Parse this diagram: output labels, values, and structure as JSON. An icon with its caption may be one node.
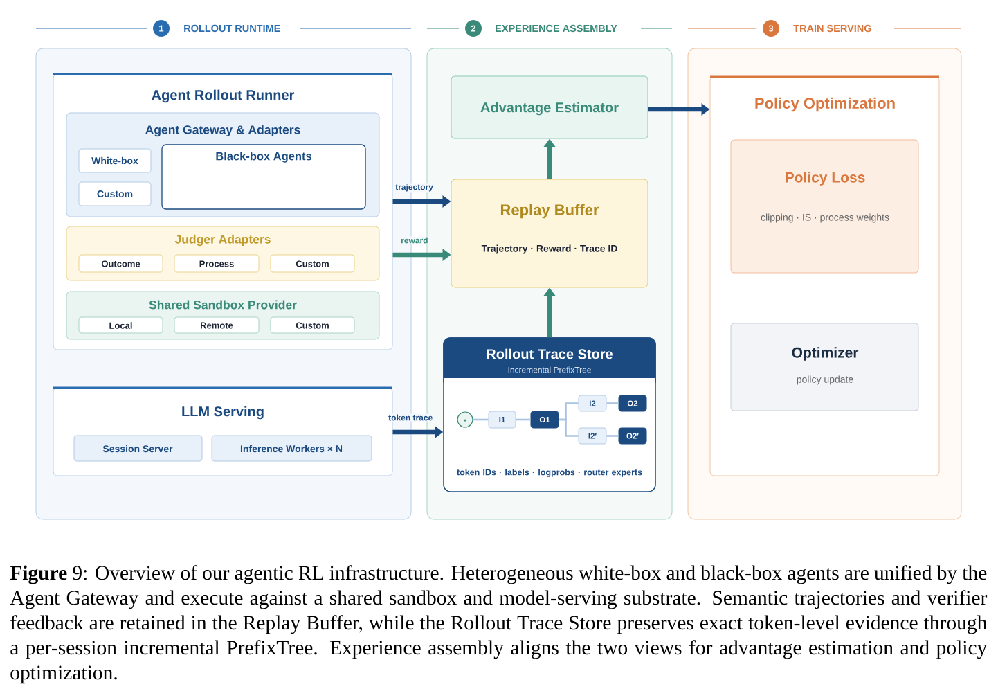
{
  "diagram": {
    "caption": "**Figure** 9: Overview of our agentic RL infrastructure. Heterogeneous white-box and black-box agents are unified by the Agent Gateway and execute against a shared sandbox and model-serving substrate. Semantic trajectories and verifier feedback are retained in the Replay Buffer, while the Rollout Trace Store preserves exact token-level evidence through a per-session incremental PrefixTree. Experience assembly aligns the two views for advantage estimation and policy optimization.",
    "nodes": [
      {
        "text": [
          "1",
          "ROLLOUT RUNTIME"
        ]
      },
      {
        "text": [
          "Agent Rollout Runner"
        ],
        "in": 0
      },
      {
        "text": [
          "Agent Gateway & Adapters"
        ],
        "in": 1
      },
      {
        "text": [
          "White-box"
        ],
        "in": 2
      },
      {
        "text": [
          "Custom"
        ],
        "in": 2
      },
      {
        "text": [
          "Black-box Agents"
        ],
        "in": 2
      },
      {
        "text": [
          "Judger Adapters"
        ],
        "in": 1
      },
      {
        "text": [
          "Outcome"
        ],
        "in": 6
      },
      {
        "text": [
          "Process"
        ],
        "in": 6
      },
      {
        "text": [
          "Custom"
        ],
        "in": 6
      },
      {
        "text": [
          "Shared Sandbox Provider"
        ],
        "in": 1
      },
      {
        "text": [
          "Local"
        ],
        "in": 10
      },
      {
        "text": [
          "Remote"
        ],
        "in": 10
      },
      {
        "text": [
          "Custom"
        ],
        "in": 10
      },
      {
        "text": [
          "LLM Serving"
        ],
        "in": 0
      },
      {
        "text": [
          "Session Server"
        ],
        "in": 14
      },
      {
        "text": [
          "Inference Workers × N"
        ],
        "in": 14
      },
      {
        "text": [
          "2",
          "EXPERIENCE ASSEMBLY"
        ]
      },
      {
        "text": [
          "Advantage Estimator"
        ],
        "in": 17
      },
      {
        "text": [
          "Replay Buffer",
          "Trajectory · Reward · Trace ID"
        ],
        "in": 17
      },
      {
        "text": [
          "Rollout Trace Store",
          "Incremental PrefixTree",
          "token IDs · labels · logprobs · router experts"
        ],
        "in": 17
      },
      {
        "text": [],
        "shape": "circle",
        "in": 20
      },
      {
        "text": [
          "I1"
        ],
        "in": 20
      },
      {
        "text": [
          "O1"
        ],
        "in": 20
      },
      {
        "text": [
          "I2"
        ],
        "in": 20
      },
      {
        "text": [
          "O2"
        ],
        "in": 20
      },
      {
        "text": [
          "I2′"
        ],
        "in": 20
      },
      {
        "text": [
          "O2′"
        ],
        "in": 20
      },
      {
        "text": [
          "3",
          "TRAIN SERVING"
        ]
      },
      {
        "text": [
          "Policy Optimization"
        ],
        "in": 28
      },
      {
        "text": [
          "Policy Loss",
          "clipping · IS · process weights"
        ],
        "in": 29
      },
      {
        "text": [
          "Optimizer",
          "policy update"
        ],
        "in": 29
      }
    ],
    "edges": [
      {
        "from": 1,
        "to": 19,
        "arrow": "to",
        "label": "trajectory",
        "style": "thick",
        "color": "#1b4a80"
      },
      {
        "from": 1,
        "to": 19,
        "arrow": "to",
        "label": "reward",
        "style": "thick",
        "color": "#3a8a7a"
      },
      {
        "from": 14,
        "to": 20,
        "arrow": "to",
        "label": "token trace",
        "style": "thick",
        "color": "#1b4a80"
      },
      {
        "from": 20,
        "to": 19,
        "arrow": "to",
        "style": "thick",
        "color": "#3a8a7a"
      },
      {
        "from": 19,
        "to": 18,
        "arrow": "to",
        "style": "thick",
        "color": "#3a8a7a"
      },
      {
        "from": 18,
        "to": 29,
        "arrow": "to",
        "style": "thick",
        "color": "#1b4a80"
      },
      {
        "from": 21,
        "to": 22,
        "arrow": "none"
      },
      {
        "from": 22,
        "to": 23,
        "arrow": "none"
      },
      {
        "from": 23,
        "to": 24,
        "arrow": "none"
      },
      {
        "from": 23,
        "to": 26,
        "arrow": "none"
      },
      {
        "from": 24,
        "to": 25,
        "arrow": "none"
      },
      {
        "from": 26,
        "to": 27,
        "arrow": "none"
      }
    ]
  }
}
